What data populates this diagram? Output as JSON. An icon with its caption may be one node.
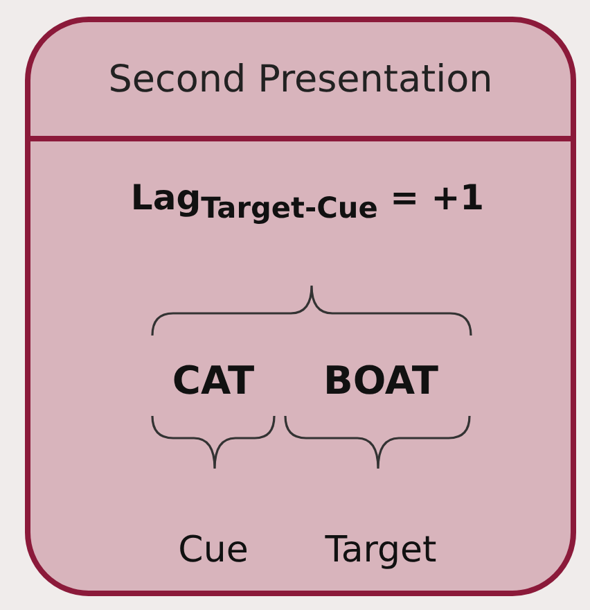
{
  "diagram": {
    "nodes": [
      {
        "text": [
          "Second Presentation"
        ]
      }
    ],
    "labels": [
      "Lag$_{Target-Cue}$ = +1",
      "CAT",
      "BOAT",
      "Cue",
      "Target"
    ]
  }
}
